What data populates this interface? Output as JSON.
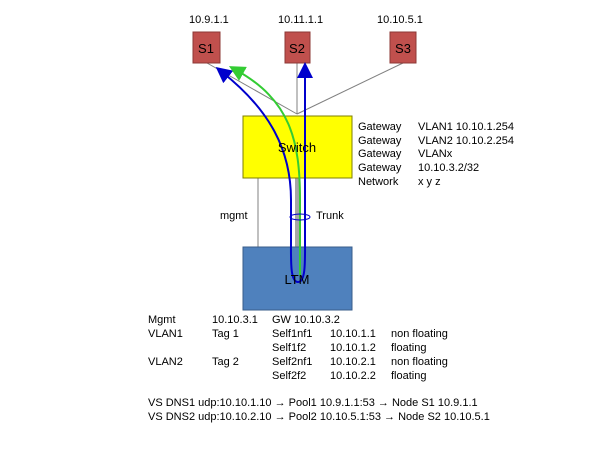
{
  "servers": [
    {
      "id": "S1",
      "label": "S1",
      "ip": "10.9.1.1"
    },
    {
      "id": "S2",
      "label": "S2",
      "ip": "10.11.1.1"
    },
    {
      "id": "S3",
      "label": "S3",
      "ip": "10.10.5.1"
    }
  ],
  "switch": {
    "label": "Switch"
  },
  "ltm": {
    "label": "LTM"
  },
  "links": {
    "mgmt": "mgmt",
    "trunk": "Trunk"
  },
  "gateways": [
    {
      "key": "Gateway",
      "value": "VLAN1 10.10.1.254"
    },
    {
      "key": "Gateway",
      "value": "VLAN2 10.10.2.254"
    },
    {
      "key": "Gateway",
      "value": "VLANx"
    },
    {
      "key": "Gateway",
      "value": "10.10.3.2/32"
    },
    {
      "key": "Network",
      "value": "x y z"
    }
  ],
  "config_table": [
    {
      "c1": "Mgmt",
      "c2": "10.10.3.1",
      "c3": "GW 10.10.3.2",
      "c4": "",
      "c5": ""
    },
    {
      "c1": "VLAN1",
      "c2": "Tag 1",
      "c3": "Self1nf1",
      "c4": "10.10.1.1",
      "c5": "non floating"
    },
    {
      "c1": "",
      "c2": "",
      "c3": "Self1f2",
      "c4": "10.10.1.2",
      "c5": "floating"
    },
    {
      "c1": "VLAN2",
      "c2": "Tag 2",
      "c3": "Self2nf1",
      "c4": "10.10.2.1",
      "c5": "non floating"
    },
    {
      "c1": "",
      "c2": "",
      "c3": "Self2f2",
      "c4": "10.10.2.2",
      "c5": "floating"
    }
  ],
  "virtual_servers": [
    "VS DNS1 udp:10.10.1.10 → Pool1 10.9.1.1:53 → Node S1 10.9.1.1",
    "VS DNS2 udp:10.10.2.10 → Pool2 10.10.5.1:53 → Node S2 10.10.5.1"
  ],
  "colors": {
    "server_fill": "#c0504d",
    "switch_fill": "#ffff00",
    "ltm_fill": "#4f81bd",
    "flow_blue": "#0000cc",
    "flow_green": "#33cc33",
    "trunk_gray": "#a6a6a6",
    "link_gray": "#808080"
  }
}
